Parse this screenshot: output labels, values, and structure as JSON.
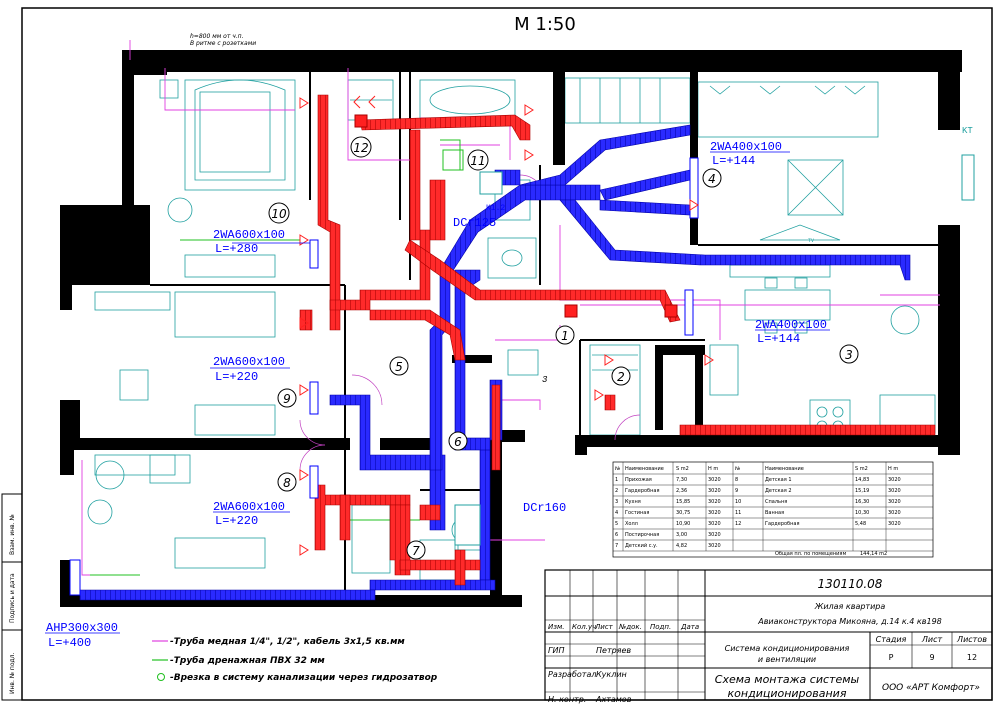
{
  "scale": "M 1:50",
  "note_top": [
    "h=800 мм от ч.п.",
    "В ритме с розетками"
  ],
  "units": [
    {
      "name": "2WA600x100",
      "level": "L=+280"
    },
    {
      "name": "2WA600x100",
      "level": "L=+220"
    },
    {
      "name": "2WA600x100",
      "level": "L=+220"
    },
    {
      "name": "2WA400x100",
      "level": "L=+144"
    },
    {
      "name": "2WA400x100",
      "level": "L=+144"
    },
    {
      "name": "AHP300x300",
      "level": "L=+400"
    }
  ],
  "outdoor": [
    "DCr125",
    "DCr160",
    "K1.2"
  ],
  "room_numbers": [
    "1",
    "2",
    "3",
    "4",
    "5",
    "6",
    "7",
    "8",
    "9",
    "10",
    "11",
    "12"
  ],
  "kt_label": "KT",
  "tv_label": "TV",
  "small_mark": "3",
  "table": {
    "headers": [
      "№",
      "Наименование",
      "S m2",
      "H m",
      "№",
      "Наименование",
      "S m2",
      "H m"
    ],
    "rows": [
      [
        "1",
        "Прихожая",
        "7,30",
        "3020",
        "8",
        "Детская 1",
        "14,83",
        "3020"
      ],
      [
        "2",
        "Гардеробная",
        "2,36",
        "3020",
        "9",
        "Детская 2",
        "15,19",
        "3020"
      ],
      [
        "3",
        "Кухня",
        "15,85",
        "3020",
        "10",
        "Спальня",
        "16,30",
        "3020"
      ],
      [
        "4",
        "Гостиная",
        "30,75",
        "3020",
        "11",
        "Ванная",
        "10,30",
        "3020"
      ],
      [
        "5",
        "Холл",
        "10,90",
        "3020",
        "12",
        "Гардеробная",
        "5,48",
        "3020"
      ],
      [
        "6",
        "Постирочная",
        "3,00",
        "3020",
        "",
        "",
        "",
        ""
      ],
      [
        "7",
        "Детский с.у.",
        "4,82",
        "3020",
        "",
        "",
        "",
        ""
      ]
    ],
    "total_label": "Общая пл. по помещениям",
    "total_value": "144,14 m2"
  },
  "legend": [
    {
      "text": "-Труба медная 1/4\", 1/2\", кабель 3x1,5 кв.мм",
      "color": "#e040e0"
    },
    {
      "text": "-Труба дренажная ПВХ 32 мм",
      "color": "#20c020"
    },
    {
      "text": "-Врезка в систему канализации через гидрозатвор",
      "color": "#20c020"
    }
  ],
  "title_block": {
    "code": "130110.08",
    "project": [
      "Жилая квартира",
      "Авиаконструктора Микояна, д.14 к.4 кв198"
    ],
    "rev_headers": [
      "Изм.",
      "Кол.уч",
      "Лист",
      "№док.",
      "Подп.",
      "Дата"
    ],
    "people": [
      {
        "role": "ГИП",
        "name": "Петряев"
      },
      {
        "role": "Разработал",
        "name": "Куклин"
      },
      {
        "role": "Н. контр.",
        "name": "Ахтамов"
      }
    ],
    "system": [
      "Система кондиционирования",
      "и вентиляции"
    ],
    "stage_headers": [
      "Стадия",
      "Лист",
      "Листов"
    ],
    "stage_values": [
      "Р",
      "9",
      "12"
    ],
    "sheet_title": [
      "Схема монтажа системы",
      "кондиционирования"
    ],
    "company": "ООО «АРТ Комфорт»"
  },
  "margin_labels": [
    "Взам. инв. №",
    "Подпись и дата",
    "Инв. № подл."
  ],
  "colors": {
    "supply": "#ff2020",
    "return": "#2020ff",
    "pipe": "#e040e0",
    "drain": "#20c020",
    "furniture": "#20a0a0",
    "wall": "#000000"
  }
}
